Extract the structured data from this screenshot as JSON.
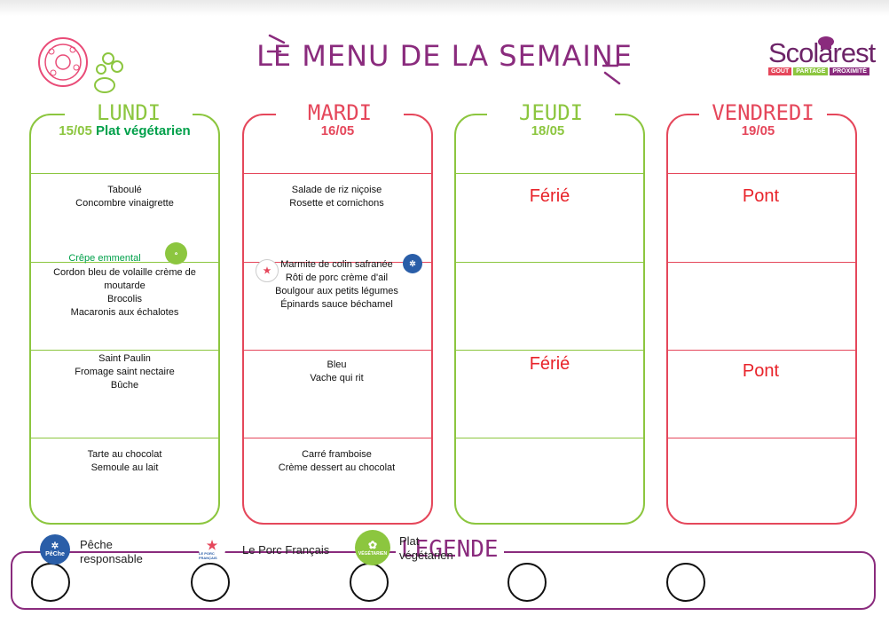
{
  "title": "LE MENU DE LA SEMAINE",
  "brand": {
    "name": "Scolarest",
    "tagline": [
      "GOÛT",
      "PARTAGE",
      "PROXIMITÉ"
    ]
  },
  "colors": {
    "purple": "#8a2b7d",
    "green": "#8cc63f",
    "red": "#e5475b",
    "darkgreen": "#00a04a",
    "pink": "#e94b77"
  },
  "days": [
    {
      "name": "LUNDI",
      "date": "15/05",
      "date_extra": "Plat végétarien",
      "starter": [
        "Taboulé",
        "Concombre vinaigrette"
      ],
      "main_veg": "Crêpe emmental",
      "main": [
        "Cordon bleu de volaille crème de",
        "moutarde",
        "Brocolis",
        "Macaronis aux échalotes"
      ],
      "cheese": [
        "Saint Paulin",
        "Fromage saint nectaire",
        "Bûche"
      ],
      "dessert": [
        "Tarte au chocolat",
        "Semoule au lait"
      ]
    },
    {
      "name": "MARDI",
      "date": "16/05",
      "starter": [
        "Salade de riz niçoise",
        "Rosette et cornichons"
      ],
      "main": [
        "Marmite de colin safranée",
        "Rôti de porc crème d'ail",
        "Boulgour aux petits légumes",
        "Épinards sauce béchamel"
      ],
      "cheese": [
        "Bleu",
        "Vache qui rit"
      ],
      "dessert": [
        "Carré framboise",
        "Crème dessert au chocolat"
      ]
    },
    {
      "name": "JEUDI",
      "date": "18/05",
      "starter_text": "Férié",
      "cheese_text": "Férié"
    },
    {
      "name": "VENDREDI",
      "date": "19/05",
      "starter_text": "Pont",
      "cheese_text": "Pont"
    }
  ],
  "legend": {
    "title": "LEGENDE",
    "items": [
      {
        "label_lines": [
          "Pêche",
          "responsable"
        ],
        "icon": "peche-responsable-icon",
        "badge_text": "PêChe"
      },
      {
        "label": "Le Porc Français",
        "icon": "porc-francais-icon",
        "badge_text": "LE PORC FRANÇAIS"
      },
      {
        "label_lines": [
          "Plat",
          "végétarien"
        ],
        "icon": "vegetarien-icon",
        "badge_text": "VÉGÉTARIEN"
      }
    ]
  }
}
